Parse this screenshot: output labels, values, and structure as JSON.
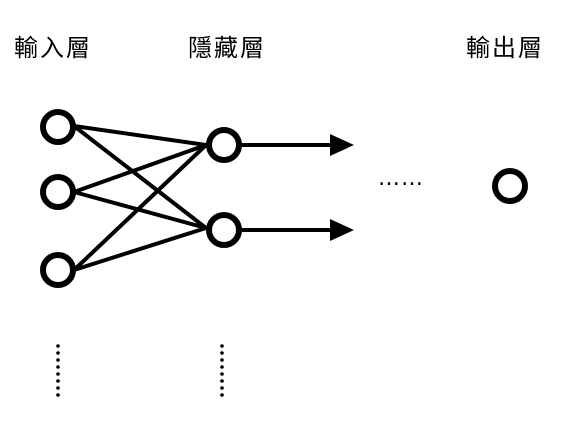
{
  "labels": {
    "input_layer": "輸入層",
    "hidden_layer": "隱藏層",
    "output_layer": "輸出層"
  },
  "ellipsis": "……",
  "colors": {
    "stroke": "#000000",
    "background": "#ffffff"
  }
}
